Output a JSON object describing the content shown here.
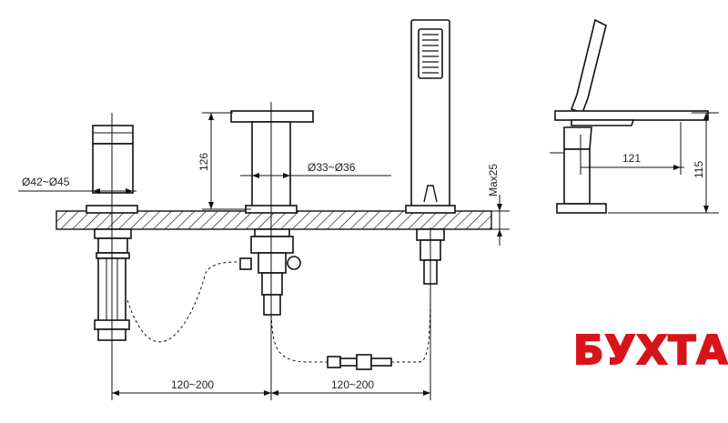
{
  "dimensions": {
    "hole_diameter_left": "Ø42~Ø45",
    "hole_diameter_center": "Ø33~Ø36",
    "height_center": "126",
    "max_deck_thickness": "Max25",
    "spacing_left": "120~200",
    "spacing_right": "120~200",
    "side_reach": "121",
    "side_height": "115"
  },
  "brand": {
    "logo_text": "БУХТА",
    "logo_color": "#d8141b"
  },
  "colors": {
    "line": "#111111",
    "hatch": "#111111"
  }
}
